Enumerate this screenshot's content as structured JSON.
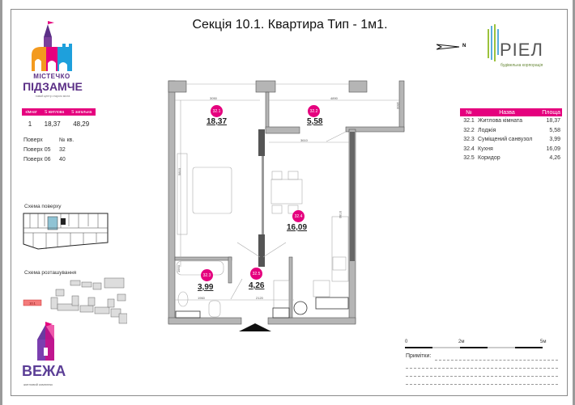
{
  "title": "Секція 10.1. Квартира Тип - 1м1.",
  "brand": {
    "name_line1": "МІСТЕЧКО",
    "name_line2": "ПІДЗАМЧЕ",
    "tagline": "новий центр старого міста",
    "colors": {
      "accent": "#e5007e",
      "purple": "#5b2f86"
    }
  },
  "summary": {
    "headers": [
      "кімнат",
      "S житлова",
      "S загальна"
    ],
    "values": [
      "1",
      "18,37",
      "48,29"
    ]
  },
  "floors": {
    "header": [
      "Поверх",
      "№ кв."
    ],
    "rows": [
      [
        "Поверх 05",
        "32"
      ],
      [
        "Поверх 06",
        "40"
      ]
    ]
  },
  "floor_scheme_label": "Схема поверху",
  "location_scheme_label": "Схема розташування",
  "location_section": "10.1",
  "compass": "N",
  "developer": {
    "name": "РІЕЛ",
    "sub": "будівельна корпорація"
  },
  "complex": {
    "name": "ВЕЖА",
    "sub": "житловий комплекс"
  },
  "rooms_table": {
    "headers": [
      "№",
      "Назва",
      "Площа"
    ],
    "rows": [
      [
        "32.1",
        "Житлова кімната",
        "18,37"
      ],
      [
        "32.2",
        "Лоджія",
        "5,58"
      ],
      [
        "32.3",
        "Суміщений санвузол",
        "3,99"
      ],
      [
        "32.4",
        "Кухня",
        "16,09"
      ],
      [
        "32.5",
        "Коридор",
        "4,26"
      ]
    ]
  },
  "plan": {
    "rooms": [
      {
        "id": "32.1",
        "area": "18,37"
      },
      {
        "id": "32.2",
        "area": "5,58"
      },
      {
        "id": "32.3",
        "area": "3,99"
      },
      {
        "id": "32.4",
        "area": "16,09"
      },
      {
        "id": "32.5",
        "area": "4,26"
      }
    ],
    "dims": [
      "3050",
      "4890",
      "1500",
      "3610",
      "5810",
      "5780",
      "1960",
      "2120",
      "1950"
    ]
  },
  "scale": {
    "labels": [
      "0",
      "2м",
      "5м"
    ]
  },
  "notes_label": "Примітки:"
}
